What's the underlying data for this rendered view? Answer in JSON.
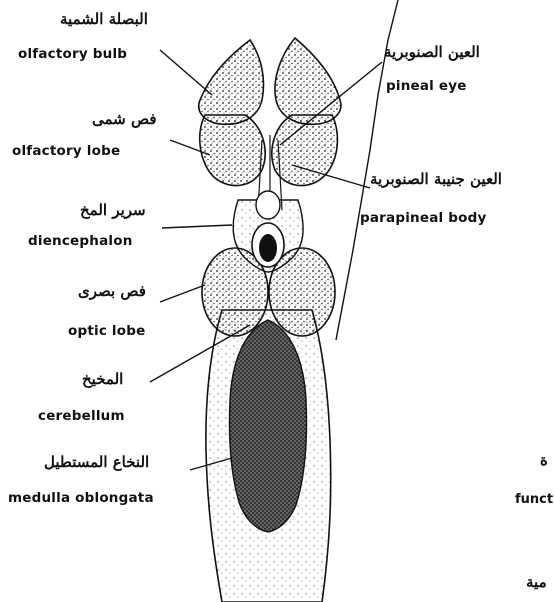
{
  "labels": {
    "olfactory_bulb": {
      "ar": "البصلة الشمية",
      "en": "olfactory bulb"
    },
    "olfactory_lobe": {
      "ar": "فص شمى",
      "en": "olfactory lobe"
    },
    "diencephalon": {
      "ar": "سرير المخ",
      "en": "diencephalon"
    },
    "optic_lobe": {
      "ar": "فص بصرى",
      "en": "optic lobe"
    },
    "cerebellum": {
      "ar": "المخيخ",
      "en": "cerebellum"
    },
    "medulla_oblongata": {
      "ar": "النخاع المستطيل",
      "en": "medulla oblongata"
    },
    "pineal_eye": {
      "ar": "العين الصنوبرية",
      "en": "pineal eye"
    },
    "parapineal_body": {
      "ar": "العين جنيبة الصنوبرية",
      "en": "parapineal body"
    }
  },
  "edge_fragments": {
    "functi": "functi",
    "ar_right_mid": "ة",
    "ar_bottom": "مية"
  },
  "colors": {
    "ink": "#111111",
    "paper": "#ffffff"
  }
}
